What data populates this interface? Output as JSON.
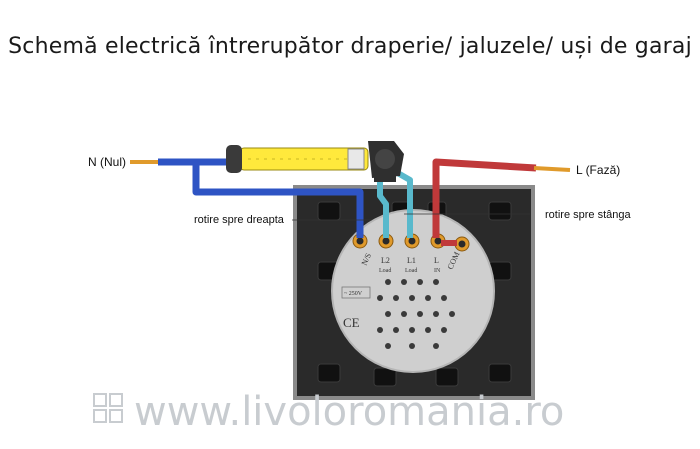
{
  "title": "Schemă electrică întrerupător draperie/ jaluzele/ uși de garaj",
  "labels": {
    "neutral": "N (Nul)",
    "phase": "L (Fază)",
    "rotate_right": "rotire spre dreapta",
    "rotate_left": "rotire spre stânga"
  },
  "terminals": [
    {
      "label": "N/S",
      "sub": ""
    },
    {
      "label": "L2",
      "sub": "Load"
    },
    {
      "label": "L1",
      "sub": "Load"
    },
    {
      "label": "L",
      "sub": "IN"
    },
    {
      "label": "COM",
      "sub": ""
    }
  ],
  "marks": {
    "ce": "CE",
    "rating": "~ 250V"
  },
  "watermark": "www.livoloromania.ro",
  "colors": {
    "neutral_wire": "#2e54c4",
    "phase_wire": "#c0393a",
    "motor_wire": "#59b9cc",
    "motor_body": "#ffe93c",
    "copper": "#e09a2b",
    "panel_dark": "#2a2a2a",
    "module": "#cfcfcf"
  }
}
